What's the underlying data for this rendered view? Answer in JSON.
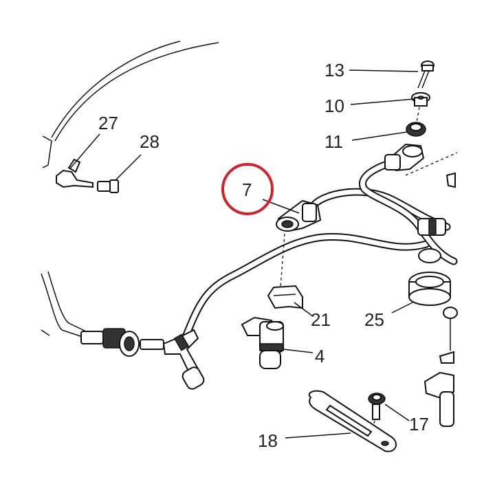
{
  "diagram": {
    "highlight_color": "#d0222a",
    "line_color": "#111111",
    "callouts": {
      "c13": "13",
      "c10": "10",
      "c11": "11",
      "c27": "27",
      "c28": "28",
      "c7": "7",
      "c21": "21",
      "c25": "25",
      "c4": "4",
      "c17": "17",
      "c18": "18"
    },
    "highlighted_part": "7"
  }
}
